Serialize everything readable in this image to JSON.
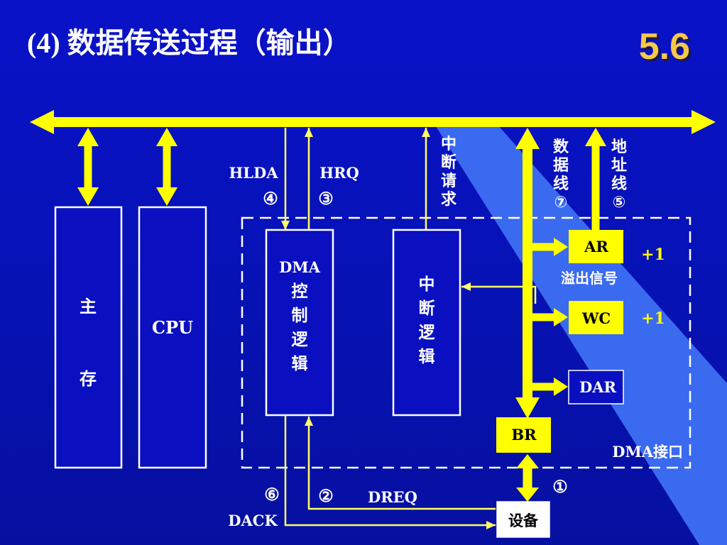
{
  "slide": {
    "title": "(4) 数据传送过程（输出）",
    "page_number": "5.6"
  },
  "colors": {
    "background": "#0a12c8",
    "bus": "#ffff00",
    "thin_line": "#ffff66",
    "box_border": "#ffffff",
    "box_fill": "#0a10c0",
    "register_fill": "#ffff00",
    "register_text": "#000000",
    "device_fill": "#ffffff",
    "text": "#ffffff",
    "accent": "#ffff00",
    "stripe": "#3a6af0"
  },
  "diagram": {
    "blocks": {
      "main_memory": [
        "主",
        "存"
      ],
      "cpu": "CPU",
      "dma_control": [
        "DMA",
        "控",
        "制",
        "逻",
        "辑"
      ],
      "interrupt_logic": [
        "中",
        "断",
        "逻",
        "辑"
      ],
      "device": "设备"
    },
    "registers": {
      "ar": "AR",
      "wc": "WC",
      "dar": "DAR",
      "br": "BR"
    },
    "labels": {
      "hlda": "HLDA",
      "hlda_step": "④",
      "hrq": "HRQ",
      "hrq_step": "③",
      "interrupt_request": [
        "中",
        "断",
        "请",
        "求"
      ],
      "data_line": [
        "数",
        "据",
        "线",
        "⑦"
      ],
      "address_line": [
        "地",
        "址",
        "线",
        "⑤"
      ],
      "ar_increment": "+1",
      "wc_increment": "+1",
      "overflow_signal": "溢出信号",
      "dma_interface": "DMA接口",
      "step_1": "①",
      "dack_step": "⑥",
      "dreq_step": "②",
      "dreq": "DREQ",
      "dack": "DACK"
    }
  }
}
